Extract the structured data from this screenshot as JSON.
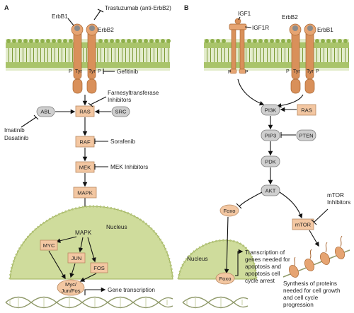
{
  "panels": {
    "a": "A",
    "b": "B"
  },
  "panel_a": {
    "receptors": [
      "ErbB1",
      "ErbB2"
    ],
    "inhibitors": {
      "trastuzumab": "Trastuzumab (anti-ErbB2)",
      "gefitinib": "Gefitinib",
      "farnesyl": [
        "Farnesyltransferase",
        "Inhibitors"
      ],
      "sorafenib": "Sorafenib",
      "mek_inh": "MEK Inhibitors",
      "imatinib": "Imatinib",
      "dasatinib": "Dasatinib"
    },
    "phospho": {
      "p": "P",
      "tyr": "Tyr"
    },
    "nodes": {
      "ras": "RAS",
      "raf": "RAF",
      "mek": "MEK",
      "mapk": "MAPK",
      "abl": "ABL",
      "src": "SRC",
      "myc": "MYC",
      "jun": "JUN",
      "fos": "FOS",
      "complex": [
        "Myc/",
        "Jun/Fos"
      ]
    },
    "nucleus": "Nucleus",
    "nuclear_mapk": "MAPK",
    "gene_transcription": "Gene transcription"
  },
  "panel_b": {
    "receptors": {
      "igf1": "IGF1",
      "igf1r": "IGF1R",
      "erbb2": "ErbB2",
      "erbb1": "ErbB1"
    },
    "phospho": {
      "p": "P",
      "tyr": "Tyr"
    },
    "nodes": {
      "pi3k": "PI3K",
      "ras": "RAS",
      "pip3": "PIP3",
      "pten": "PTEN",
      "pdk": "PDK",
      "akt": "AKT",
      "foxo": "Foxo",
      "mtor": "mTOR",
      "foxo_nuc": "Foxo"
    },
    "mtor_inh": [
      "mTOR",
      "Inhibitors"
    ],
    "nucleus": "Nucleus",
    "transcription_note": [
      "Transcription of",
      "genes needed for",
      "apoptosis and",
      "apoptosis cell",
      "cycle arrest"
    ],
    "synthesis_note": [
      "Synthesis of proteins",
      "needed for cell growth",
      "and cell cycle",
      "progression"
    ]
  },
  "colors": {
    "membrane": "#a9c46a",
    "receptor": "#d9905a",
    "node_fill": "#f3c7a2",
    "node_grey": "#cfcfcf",
    "nucleus": "#cfdc9c",
    "dna": "#c7cfa6"
  }
}
